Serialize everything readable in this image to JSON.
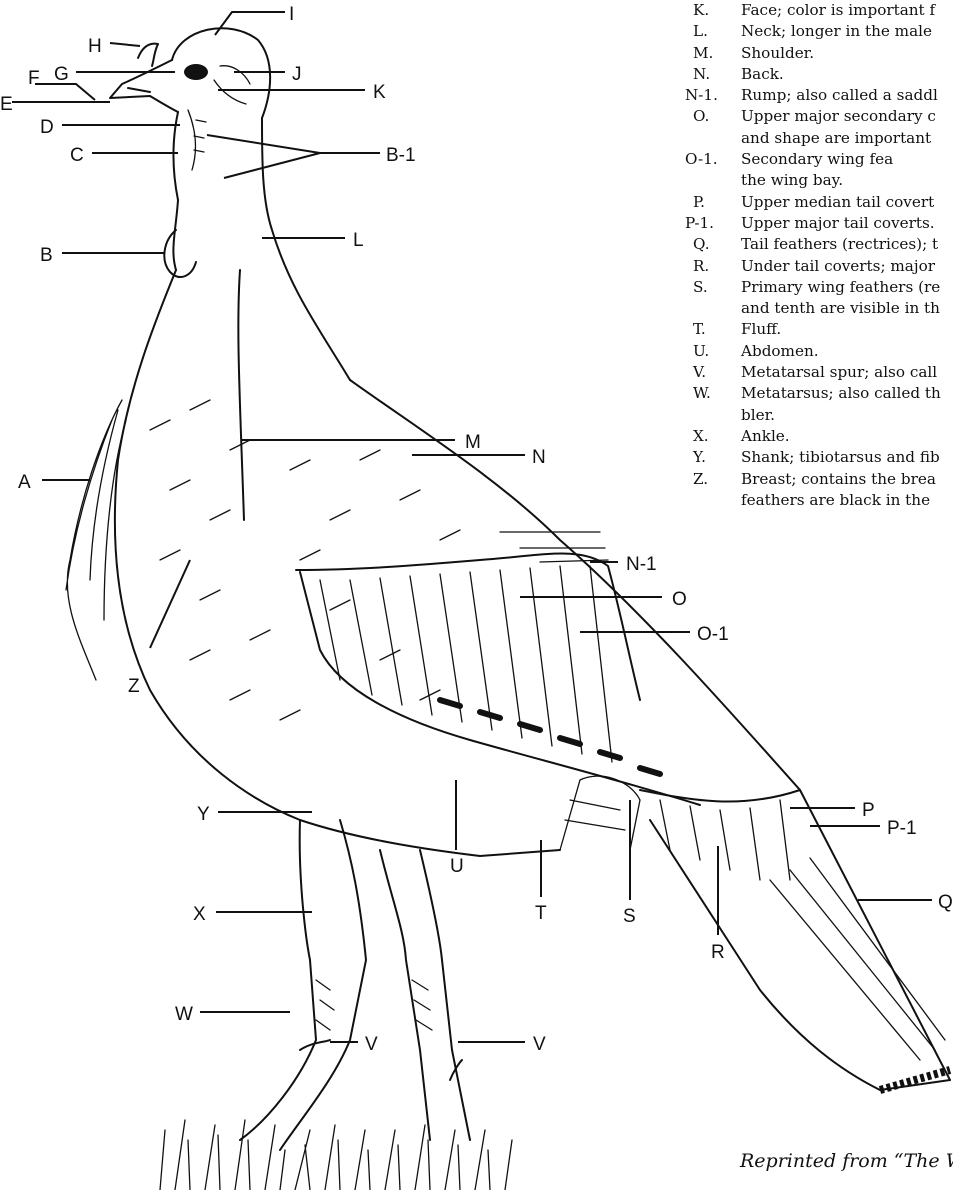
{
  "legend": {
    "rows": [
      {
        "key": "K.",
        "text": "Face; color is important f"
      },
      {
        "key": "L.",
        "text": "Neck; longer in the male"
      },
      {
        "key": "M.",
        "text": "Shoulder."
      },
      {
        "key": "N.",
        "text": "Back."
      },
      {
        "key": "N-1.",
        "text": "Rump; also called a saddl"
      },
      {
        "key": "O.",
        "text": "Upper major secondary c",
        "cont": "and shape are important"
      },
      {
        "key": "O-1.",
        "text": "Secondary wing fea",
        "cont": "the wing bay."
      },
      {
        "key": "P.",
        "text": "Upper median tail covert"
      },
      {
        "key": "P-1.",
        "text": "Upper major tail coverts."
      },
      {
        "key": "Q.",
        "text": "Tail feathers (rectrices); t"
      },
      {
        "key": "R.",
        "text": "Under tail coverts; major"
      },
      {
        "key": "S.",
        "text": "Primary wing feathers (re",
        "cont": "and tenth are visible in th"
      },
      {
        "key": "T.",
        "text": "Fluff."
      },
      {
        "key": "U.",
        "text": "Abdomen."
      },
      {
        "key": "V.",
        "text": "Metatarsal spur; also call"
      },
      {
        "key": "W.",
        "text": "Metatarsus; also called th",
        "cont": "bler."
      },
      {
        "key": "X.",
        "text": "Ankle."
      },
      {
        "key": "Y.",
        "text": "Shank; tibiotarsus and fib"
      },
      {
        "key": "Z.",
        "text": "Breast; contains the brea",
        "cont": "feathers are black in the"
      }
    ]
  },
  "labels": {
    "A": "A",
    "B": "B",
    "B1": "B-1",
    "C": "C",
    "D": "D",
    "E": "E",
    "F": "F",
    "G": "G",
    "H": "H",
    "I": "I",
    "J": "J",
    "K": "K",
    "L": "L",
    "M": "M",
    "N": "N",
    "N1": "N-1",
    "O": "O",
    "O1": "O-1",
    "P": "P",
    "P1": "P-1",
    "Q": "Q",
    "R": "R",
    "S": "S",
    "T": "T",
    "U": "U",
    "V1": "V",
    "V2": "V",
    "W": "W",
    "X": "X",
    "Y": "Y",
    "Z": "Z"
  },
  "credit": "Reprinted from “The W"
}
